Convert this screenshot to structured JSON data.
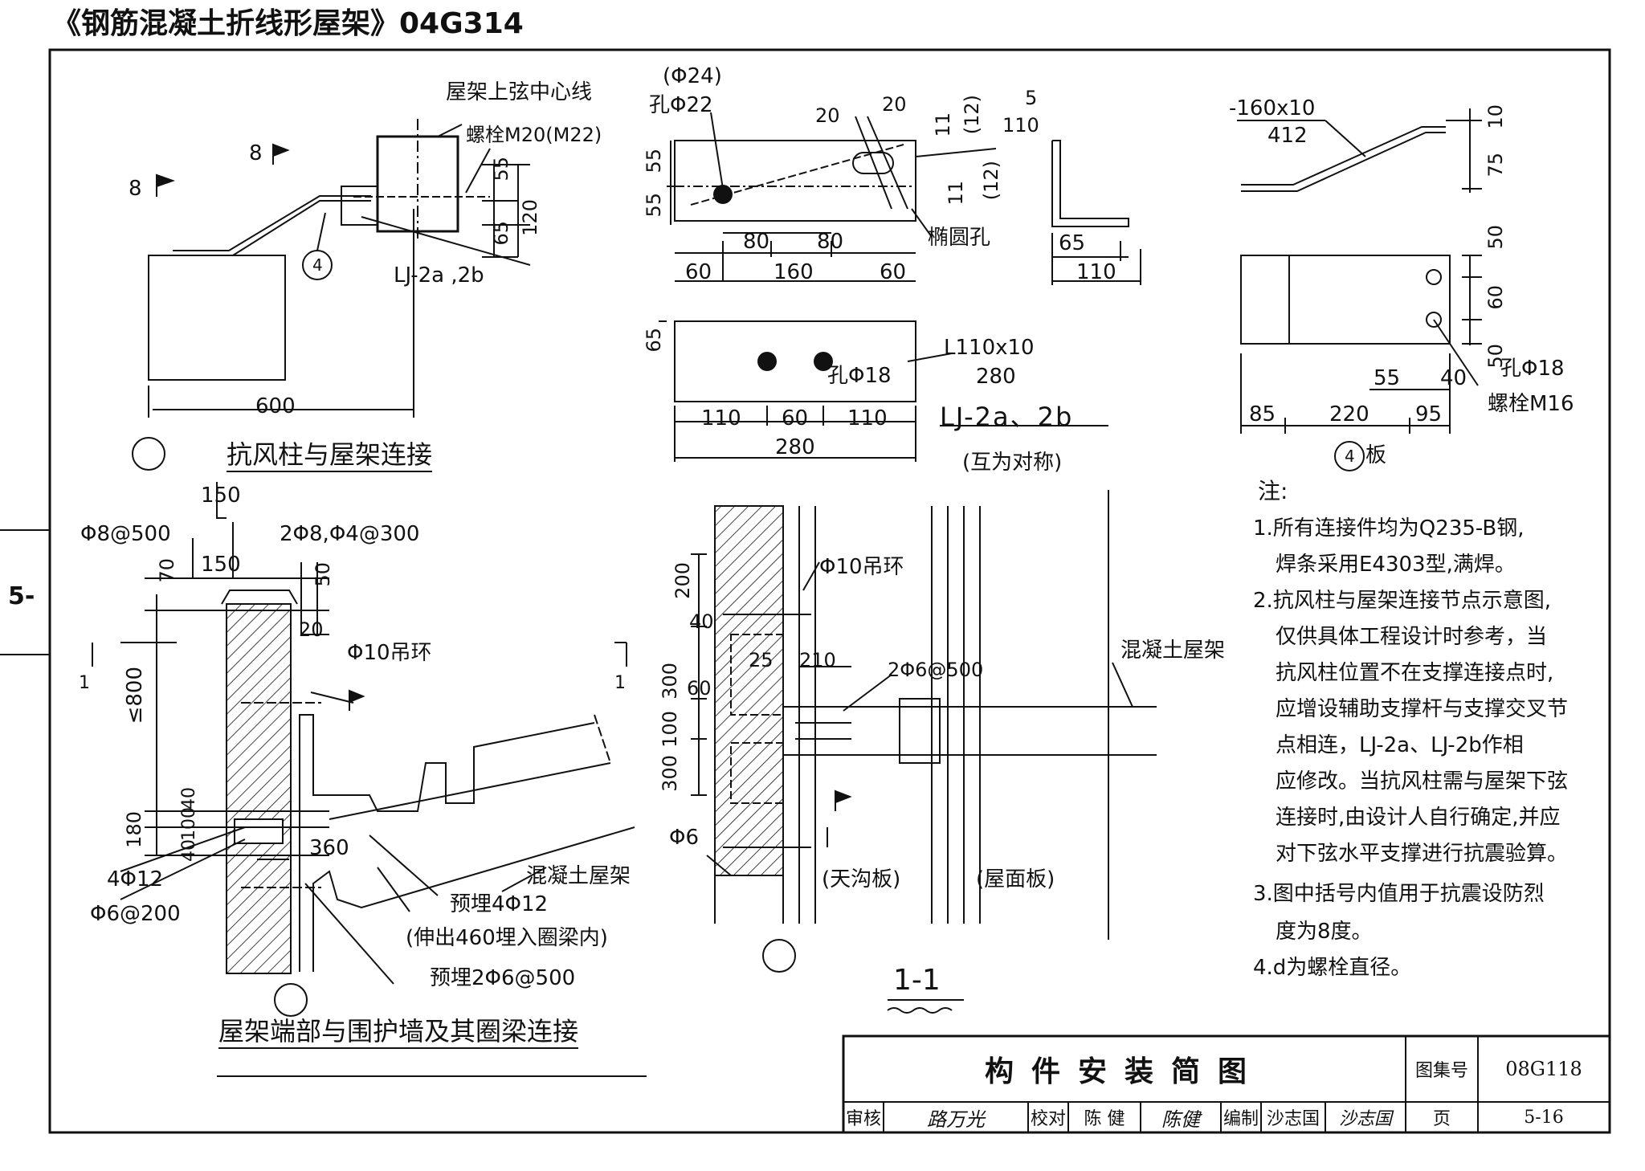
{
  "header": {
    "book_title": "《钢筋混凝土折线形屋架》04G314",
    "side_tab": "5-"
  },
  "topleft": {
    "chord_line": "屋架上弦中心线",
    "bolt": "螺栓M20(M22)",
    "weld_8a": "8",
    "weld_8b": "8",
    "d55": "55",
    "d65": "65",
    "d120": "120",
    "plate_ref": "LJ-2a ,2b",
    "circle4": "4",
    "d600": "600",
    "title": "抗风柱与屋架连接"
  },
  "angle": {
    "hole_alt": "(Φ24)",
    "hole": "孔Φ22",
    "d20a": "20",
    "d20b": "20",
    "d5": "5",
    "d110": "110",
    "d12a": "(12)",
    "d11a": "11",
    "d12b": "(12)",
    "d11b": "11",
    "d55a": "55",
    "d55b": "55",
    "d80a": "80",
    "d80b": "80",
    "d60a": "60",
    "d160": "160",
    "d60b": "60",
    "oval": "椭圆孔",
    "d65s": "65",
    "d110s": "110",
    "d65p": "65",
    "hole18": "孔Φ18",
    "section": "L110x10",
    "len280": "280",
    "d110c": "110",
    "d60c": "60",
    "d110d": "110",
    "d280": "280",
    "title": "LJ-2a、2b",
    "subtitle": "(互为对称)"
  },
  "plate4": {
    "spec": "-160x10",
    "length": "412",
    "d10": "10",
    "d75": "75",
    "d50a": "50",
    "d60": "60",
    "d50b": "50",
    "d55": "55",
    "d40": "40",
    "d85": "85",
    "d220": "220",
    "d95": "95",
    "hole": "孔Φ18",
    "bolt": "螺栓M16",
    "circle": "4",
    "title": "板"
  },
  "notes": {
    "heading": "注:",
    "lines": [
      "1.所有连接件均为Q235-B钢,",
      "焊条采用E4303型,满焊。",
      "2.抗风柱与屋架连接节点示意图,",
      "仅供具体工程设计时参考，当",
      "抗风柱位置不在支撑连接点时,",
      "应增设辅助支撑杆与支撑交叉节",
      "点相连，LJ-2a、LJ-2b作相",
      "应修改。当抗风柱需与屋架下弦",
      "连接时,由设计人自行确定,并应",
      "对下弦水平支撑进行抗震验算。",
      "3.图中括号内值用于抗震设防烈",
      "度为8度。",
      "4.d为螺栓直径。"
    ]
  },
  "wall": {
    "d150a": "150",
    "stir": "Φ8@500",
    "d150b": "150",
    "bars": "2Φ8,Φ4@300",
    "d70": "70",
    "d50": "50",
    "d20": "20",
    "ring": "Φ10吊环",
    "sec1a": "1",
    "sec1b": "1",
    "d800": "≤800",
    "d180": "180",
    "d40a": "40",
    "d100": "100",
    "d40b": "40",
    "d360": "360",
    "rebar4": "4Φ12",
    "rebar6": "Φ6@200",
    "truss": "混凝土屋架",
    "embed1": "预埋4Φ12",
    "embed1b": "(伸出460埋入圈梁内)",
    "embed2": "预埋2Φ6@500",
    "title": "屋架端部与围护墙及其圈梁连接"
  },
  "sec11": {
    "d200": "200",
    "d40": "40",
    "d25": "25",
    "d210": "210",
    "d60": "60",
    "d300a": "300",
    "d100": "100",
    "d300b": "300",
    "ring": "Φ10吊环",
    "bars": "2Φ6@500",
    "phi6": "Φ6",
    "truss": "混凝土屋架",
    "gutter": "(天沟板)",
    "roof": "(屋面板)",
    "title": "1-1"
  },
  "titleblock": {
    "name": "构件安装简图",
    "atlas_label": "图集号",
    "atlas_no": "08G118",
    "review": "审核",
    "reviewer_sig": "路万光",
    "check": "校对",
    "checker": "陈 健",
    "checker_sig": "陈健",
    "draw": "编制",
    "drafter": "沙志国",
    "drafter_sig": "沙志国",
    "page_label": "页",
    "page_no": "5-16"
  }
}
